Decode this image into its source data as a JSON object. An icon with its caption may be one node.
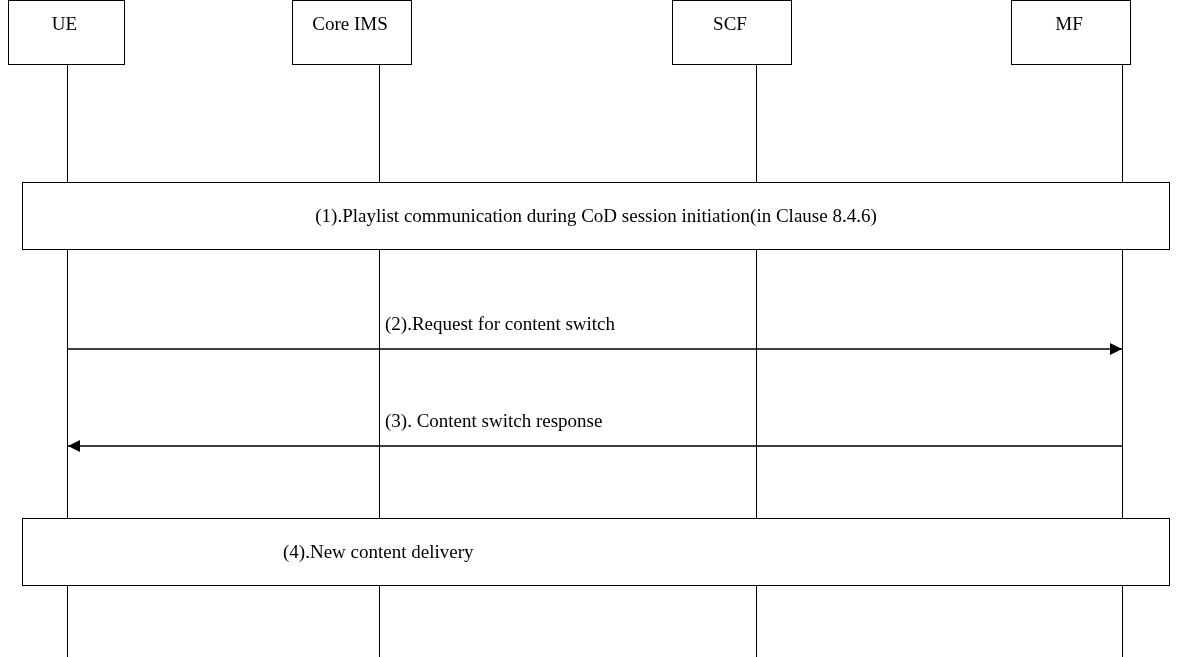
{
  "diagram": {
    "nodes": [
      {
        "text": [
          "UE"
        ]
      },
      {
        "text": [
          "Core IMS"
        ]
      },
      {
        "text": [
          "SCF"
        ]
      },
      {
        "text": [
          "MF"
        ]
      },
      {
        "text": [],
        "shape": "line"
      },
      {
        "text": [],
        "shape": "line"
      },
      {
        "text": [],
        "shape": "line"
      },
      {
        "text": [],
        "shape": "line"
      },
      {
        "text": [
          "(1).Playlist communication during CoD session initiation(in Clause 8.4.6)"
        ]
      },
      {
        "text": [
          "(4).New content delivery"
        ]
      }
    ],
    "edges": [
      {
        "from": 4,
        "to": 7,
        "arrow": "to",
        "label": "(2).Request for content switch"
      },
      {
        "from": 7,
        "to": 4,
        "arrow": "to",
        "label": "(3). Content switch response"
      }
    ]
  }
}
